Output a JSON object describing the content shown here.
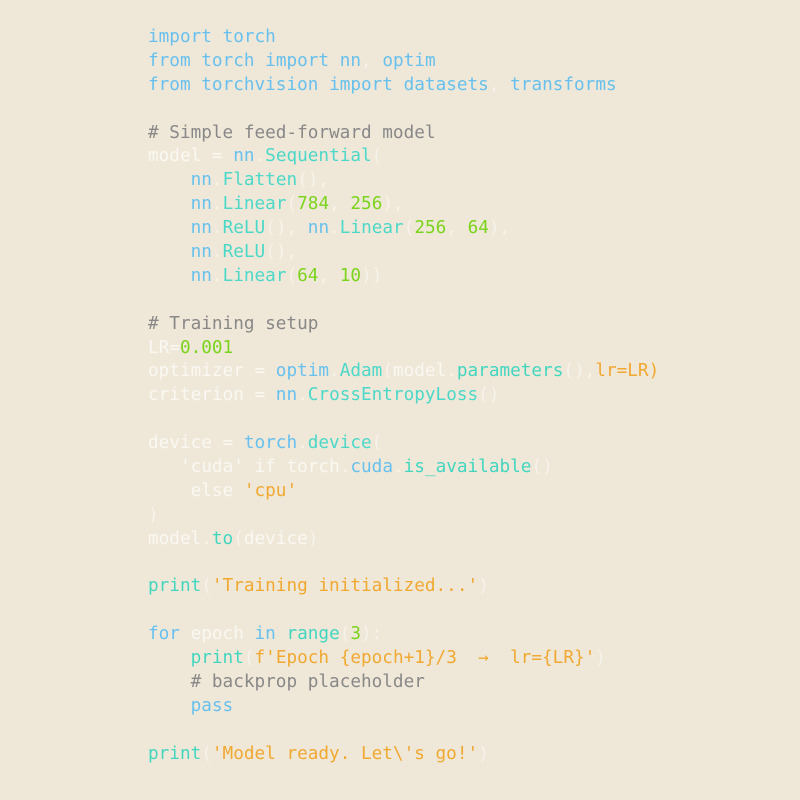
{
  "editor": {
    "background": "#efe8d8",
    "colors": {
      "keyword": "#67c0ee",
      "function": "#42d6c0",
      "class": "#4cd8c8",
      "number": "#7bd41c",
      "string": "#f0a830",
      "comment": "#888888",
      "plain": "#faf8f2"
    },
    "lines": [
      [
        [
          "kw",
          "import"
        ],
        [
          "pl",
          " "
        ],
        [
          "mod",
          "torch"
        ]
      ],
      [
        [
          "kw",
          "from"
        ],
        [
          "pl",
          " "
        ],
        [
          "mod",
          "torch"
        ],
        [
          "pl",
          " "
        ],
        [
          "kw",
          "import"
        ],
        [
          "pl",
          " "
        ],
        [
          "mod",
          "nn"
        ],
        [
          "pu",
          ", "
        ],
        [
          "mod",
          "optim"
        ]
      ],
      [
        [
          "kw",
          "from"
        ],
        [
          "pl",
          " "
        ],
        [
          "mod",
          "torchvision"
        ],
        [
          "pl",
          " "
        ],
        [
          "kw",
          "import"
        ],
        [
          "pl",
          " "
        ],
        [
          "mod",
          "datasets"
        ],
        [
          "pu",
          ", "
        ],
        [
          "mod",
          "transforms"
        ]
      ],
      [],
      [
        [
          "cm",
          "# Simple feed-forward model"
        ]
      ],
      [
        [
          "pl",
          "model = "
        ],
        [
          "mod",
          "nn"
        ],
        [
          "pu",
          "."
        ],
        [
          "cls",
          "Sequential"
        ],
        [
          "pu",
          "("
        ]
      ],
      [
        [
          "pl",
          "    "
        ],
        [
          "mod",
          "nn"
        ],
        [
          "pu",
          "."
        ],
        [
          "cls",
          "Flatten"
        ],
        [
          "pu",
          "(),"
        ]
      ],
      [
        [
          "pl",
          "    "
        ],
        [
          "mod",
          "nn"
        ],
        [
          "pu",
          "."
        ],
        [
          "cls",
          "Linear"
        ],
        [
          "pu",
          "("
        ],
        [
          "num",
          "784"
        ],
        [
          "pu",
          ", "
        ],
        [
          "num",
          "256"
        ],
        [
          "pu",
          "),"
        ]
      ],
      [
        [
          "pl",
          "    "
        ],
        [
          "mod",
          "nn"
        ],
        [
          "pu",
          "."
        ],
        [
          "cls",
          "ReLU"
        ],
        [
          "pu",
          "(), "
        ],
        [
          "mod",
          "nn"
        ],
        [
          "pu",
          "."
        ],
        [
          "cls",
          "Linear"
        ],
        [
          "pu",
          "("
        ],
        [
          "num",
          "256"
        ],
        [
          "pu",
          ", "
        ],
        [
          "num",
          "64"
        ],
        [
          "pu",
          "),"
        ]
      ],
      [
        [
          "pl",
          "    "
        ],
        [
          "mod",
          "nn"
        ],
        [
          "pu",
          "."
        ],
        [
          "cls",
          "ReLU"
        ],
        [
          "pu",
          "(),"
        ]
      ],
      [
        [
          "pl",
          "    "
        ],
        [
          "mod",
          "nn"
        ],
        [
          "pu",
          "."
        ],
        [
          "cls",
          "Linear"
        ],
        [
          "pu",
          "("
        ],
        [
          "num",
          "64"
        ],
        [
          "pu",
          ", "
        ],
        [
          "num",
          "10"
        ],
        [
          "pu",
          "))"
        ]
      ],
      [],
      [
        [
          "cm",
          "# Training setup"
        ]
      ],
      [
        [
          "pl",
          "LR="
        ],
        [
          "num",
          "0.001"
        ]
      ],
      [
        [
          "pl",
          "optimizer = "
        ],
        [
          "mod",
          "optim"
        ],
        [
          "pu",
          "."
        ],
        [
          "cls",
          "Adam"
        ],
        [
          "pu",
          "("
        ],
        [
          "pl",
          "model"
        ],
        [
          "pu",
          "."
        ],
        [
          "fn",
          "parameters"
        ],
        [
          "pu",
          "(),"
        ],
        [
          "str",
          "lr=LR)"
        ]
      ],
      [
        [
          "pl",
          "criterion = "
        ],
        [
          "mod",
          "nn"
        ],
        [
          "pu",
          "."
        ],
        [
          "cls",
          "CrossEntropyLoss"
        ],
        [
          "pu",
          "()"
        ]
      ],
      [],
      [
        [
          "pl",
          "device = "
        ],
        [
          "mod",
          "torch"
        ],
        [
          "pu",
          "."
        ],
        [
          "cls",
          "device"
        ],
        [
          "pu",
          "("
        ]
      ],
      [
        [
          "pl",
          "   "
        ],
        [
          "pl",
          "'cuda'"
        ],
        [
          "pl",
          " if "
        ],
        [
          "pl",
          "torch"
        ],
        [
          "pu",
          "."
        ],
        [
          "mod",
          "cuda"
        ],
        [
          "pu",
          "."
        ],
        [
          "fn",
          "is_available"
        ],
        [
          "pu",
          "()"
        ]
      ],
      [
        [
          "pl",
          "    else "
        ],
        [
          "str",
          "'cpu'"
        ]
      ],
      [
        [
          "pu",
          ")"
        ]
      ],
      [
        [
          "pl",
          "model"
        ],
        [
          "pu",
          "."
        ],
        [
          "fn",
          "to"
        ],
        [
          "pu",
          "("
        ],
        [
          "pl",
          "device"
        ],
        [
          "pu",
          ")"
        ]
      ],
      [],
      [
        [
          "fn",
          "print"
        ],
        [
          "pu",
          "("
        ],
        [
          "str",
          "'Training initialized...'"
        ],
        [
          "pu",
          ")"
        ]
      ],
      [],
      [
        [
          "kw",
          "for"
        ],
        [
          "pl",
          " epoch "
        ],
        [
          "kw",
          "in"
        ],
        [
          "pl",
          " "
        ],
        [
          "fn",
          "range"
        ],
        [
          "pu",
          "("
        ],
        [
          "num",
          "3"
        ],
        [
          "pu",
          "):"
        ]
      ],
      [
        [
          "pl",
          "    "
        ],
        [
          "fn",
          "print"
        ],
        [
          "pu",
          "("
        ],
        [
          "str",
          "f'Epoch {epoch+1}/3  →  lr={LR}'"
        ],
        [
          "pu",
          ")"
        ]
      ],
      [
        [
          "pl",
          "    "
        ],
        [
          "cm",
          "# backprop placeholder"
        ]
      ],
      [
        [
          "pl",
          "    "
        ],
        [
          "kw",
          "pass"
        ]
      ],
      [],
      [
        [
          "fn",
          "print"
        ],
        [
          "pu",
          "("
        ],
        [
          "str",
          "'Model ready. Let\\'s go!'"
        ],
        [
          "pu",
          ")"
        ]
      ]
    ]
  }
}
